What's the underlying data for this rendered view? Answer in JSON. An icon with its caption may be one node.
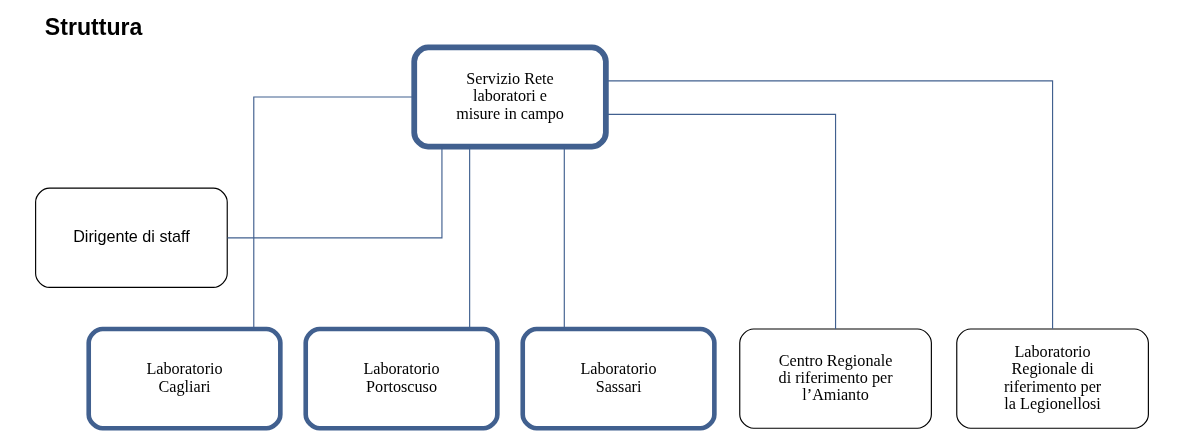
{
  "diagram": {
    "title": "Struttura",
    "nodes": [
      {
        "text": [
          "Servizio Rete laboratori e misure in campo"
        ]
      },
      {
        "text": [
          "Dirigente di staff"
        ]
      },
      {
        "text": [
          "Laboratorio Cagliari"
        ]
      },
      {
        "text": [
          "Laboratorio Portoscuso"
        ]
      },
      {
        "text": [
          "Laboratorio Sassari"
        ]
      },
      {
        "text": [
          "Centro Regionale di riferimento per l’Amianto"
        ]
      },
      {
        "text": [
          "Laboratorio Regionale di riferimento per la Legionellosi"
        ]
      }
    ],
    "edges": [
      {
        "from": 0,
        "to": 1,
        "arrow": "none"
      },
      {
        "from": 0,
        "to": 2,
        "arrow": "none"
      },
      {
        "from": 0,
        "to": 3,
        "arrow": "none"
      },
      {
        "from": 0,
        "to": 4,
        "arrow": "none"
      },
      {
        "from": 0,
        "to": 5,
        "arrow": "none"
      },
      {
        "from": 0,
        "to": 6,
        "arrow": "none"
      }
    ]
  }
}
